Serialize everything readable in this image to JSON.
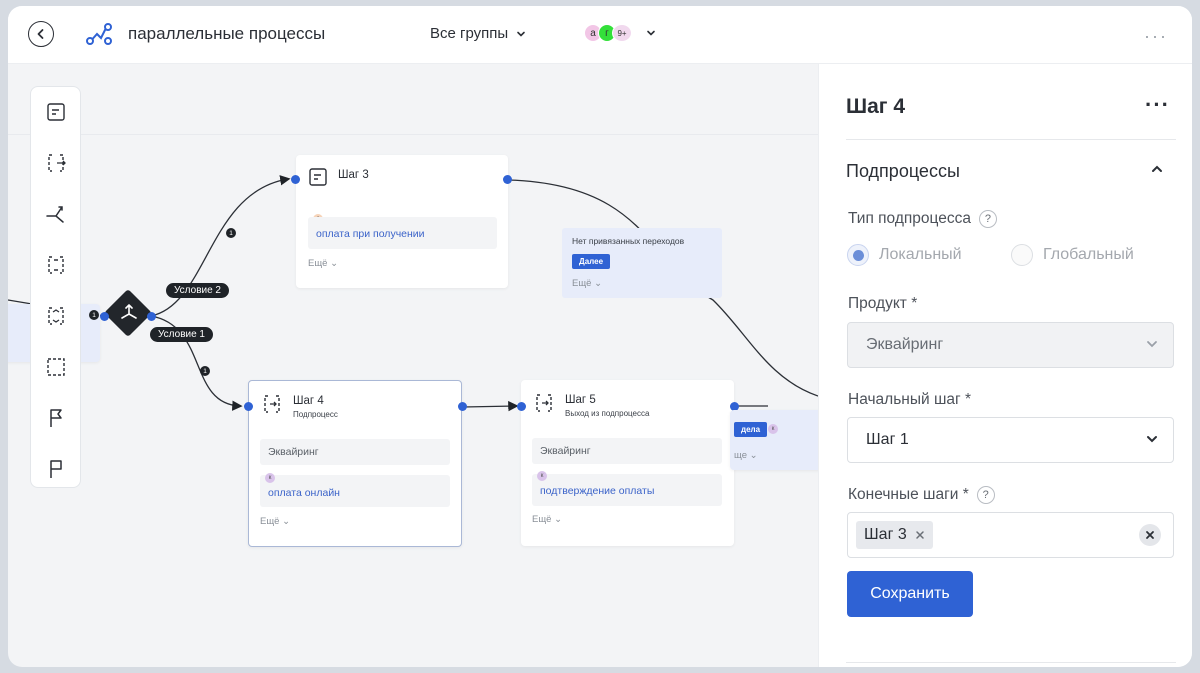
{
  "header": {
    "process_title": "параллельные процессы",
    "groups_label": "Все группы",
    "avatars": [
      {
        "letter": "а",
        "color": "#f2c6e6"
      },
      {
        "letter": "г",
        "color": "#33e03a"
      },
      {
        "letter": "9+",
        "color": "#f1d9ee"
      }
    ]
  },
  "canvas": {
    "condition_2": "Условие 2",
    "condition_1": "Условие 1",
    "counter": "1",
    "step3": {
      "title": "Шаг 3",
      "badge": "с",
      "link": "оплата при получении",
      "more": "Ещё"
    },
    "step4": {
      "title": "Шаг 4",
      "subtitle": "Подпроцесс",
      "field": "Эквайринг",
      "badge": "к",
      "link": "оплата онлайн",
      "more": "Ещё"
    },
    "step5": {
      "title": "Шаг 5",
      "subtitle": "Выход из подпроцесса",
      "field": "Эквайринг",
      "badge": "к",
      "link": "подтверждение оплаты",
      "more": "Ещё"
    },
    "nolinks": {
      "text": "Нет привязанных переходов",
      "button": "Далее",
      "more": "Ещё"
    },
    "partial_right": {
      "button": "дела",
      "badge": "к",
      "more": "ще"
    }
  },
  "panel": {
    "title": "Шаг 4",
    "section": "Подпроцессы",
    "type_label": "Тип подпроцесса",
    "help": "?",
    "radio_local": "Локальный",
    "radio_global": "Глобальный",
    "product_label": "Продукт *",
    "product_value": "Эквайринг",
    "start_label": "Начальный шаг *",
    "start_value": "Шаг 1",
    "end_label": "Конечные шаги *",
    "end_tag": "Шаг 3",
    "save": "Сохранить"
  },
  "colors": {
    "accent": "#2f62d4",
    "link": "#3b63c9",
    "dark": "#1f2328"
  }
}
